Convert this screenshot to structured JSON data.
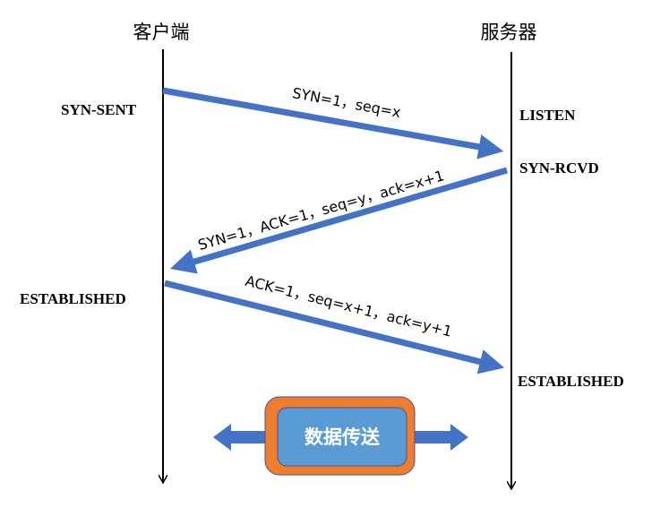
{
  "client": {
    "title": "客户端"
  },
  "server": {
    "title": "服务器"
  },
  "states": {
    "client_syn_sent": "SYN-SENT",
    "client_established": "ESTABLISHED",
    "server_listen": "LISTEN",
    "server_syn_rcvd": "SYN-RCVD",
    "server_established": "ESTABLISHED"
  },
  "messages": [
    {
      "label": "SYN=1，seq=x"
    },
    {
      "label": "SYN=1，ACK=1，seq=y，ack=x+1"
    },
    {
      "label": "ACK=1，seq=x+1，ack=y+1"
    }
  ],
  "data_transfer": {
    "label": "数据传送"
  },
  "colors": {
    "arrow": "#4472C4",
    "box_outer": "#ED7D31",
    "box_inner": "#5B9BD5"
  }
}
